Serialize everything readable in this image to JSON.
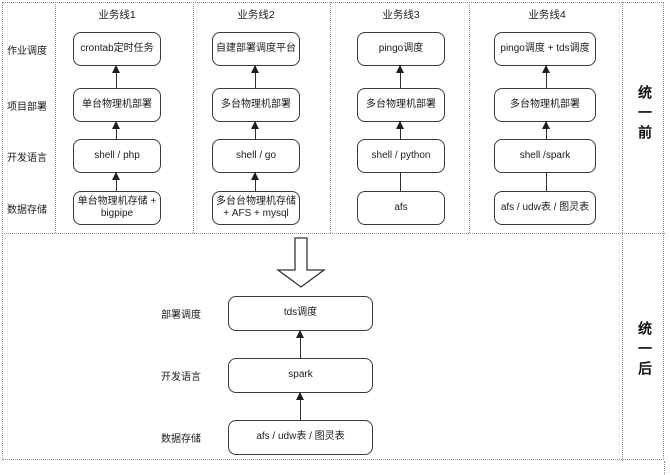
{
  "top_section": {
    "side_label": "统一前",
    "row_labels": [
      "作业调度",
      "项目部署",
      "开发语言",
      "数据存储"
    ],
    "columns": [
      {
        "title": "业务线1",
        "boxes": [
          "crontab定时任务",
          "单台物理机部署",
          "shell / php",
          "单台物理机存储 + bigpipe"
        ]
      },
      {
        "title": "业务线2",
        "boxes": [
          "自建部署调度平台",
          "多台物理机部署",
          "shell / go",
          "多台台物理机存储 + AFS + mysql"
        ]
      },
      {
        "title": "业务线3",
        "boxes": [
          "pingo调度",
          "多台物理机部署",
          "shell / python",
          "afs"
        ]
      },
      {
        "title": "业务线4",
        "boxes": [
          "pingo调度 + tds调度",
          "多台物理机部署",
          "shell /spark",
          "afs / udw表 / 图灵表"
        ]
      }
    ]
  },
  "bottom_section": {
    "side_label": "统一后",
    "rows": [
      {
        "label": "部署调度",
        "box": "tds调度"
      },
      {
        "label": "开发语言",
        "box": "spark"
      },
      {
        "label": "数据存储",
        "box": "afs / udw表 / 图灵表"
      }
    ]
  },
  "icons": {
    "transition_arrow": "big-down-arrow"
  },
  "colors": {
    "background": "#ffffff",
    "box_border": "#3a3a3a",
    "line": "#2d2d2d",
    "dotted_divider": "#8c8c8c",
    "text": "#1b1b1b"
  }
}
